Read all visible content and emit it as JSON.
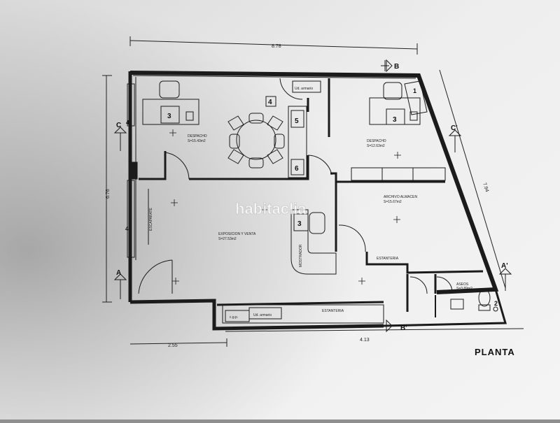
{
  "plan_title": "PLANTA",
  "watermark": "habitaclia",
  "dimensions": {
    "top_width": "8.78",
    "left_height": "6.76",
    "right_diagonal": "7.94",
    "bottom_right": "4.13",
    "bottom_left": "2.55"
  },
  "section_markers": {
    "a": "A",
    "a_prime": "A'",
    "b": "B",
    "b_prime": "B'",
    "c": "C",
    "c_prime": "C'"
  },
  "rooms": {
    "despacho_left": {
      "name": "DESPACHO",
      "area": "S=15.43m2"
    },
    "despacho_right": {
      "name": "DESPACHO",
      "area": "S=12.63m2"
    },
    "exposicion": {
      "name": "EXPOSICION Y VENTA",
      "area": "S=27.53m2"
    },
    "archivo": {
      "name": "ARCHIVO ALMACEN",
      "area": "S=15.67m2"
    },
    "aseos": {
      "name": "ASEOS",
      "area": "S=3.89m2"
    }
  },
  "furniture_labels": {
    "escaparate": "ESCAPARATE",
    "mostrador": "MOSTRADOR",
    "estanteria_bottom": "ESTANTERIA",
    "estanteria_archivo": "ESTANTERIA",
    "upper_unit": "Ud. armario",
    "lower_unit": "Ud. armario",
    "small_box": "c.g.p."
  },
  "item_numbers": {
    "chair_left": "3",
    "chair_right": "3",
    "chair_counter": "3",
    "box_4": "4",
    "box_5": "5",
    "box_6": "6",
    "left_wall_4a": "4",
    "left_wall_4b": "4",
    "corner_1": "1",
    "toilet_2": "2"
  }
}
